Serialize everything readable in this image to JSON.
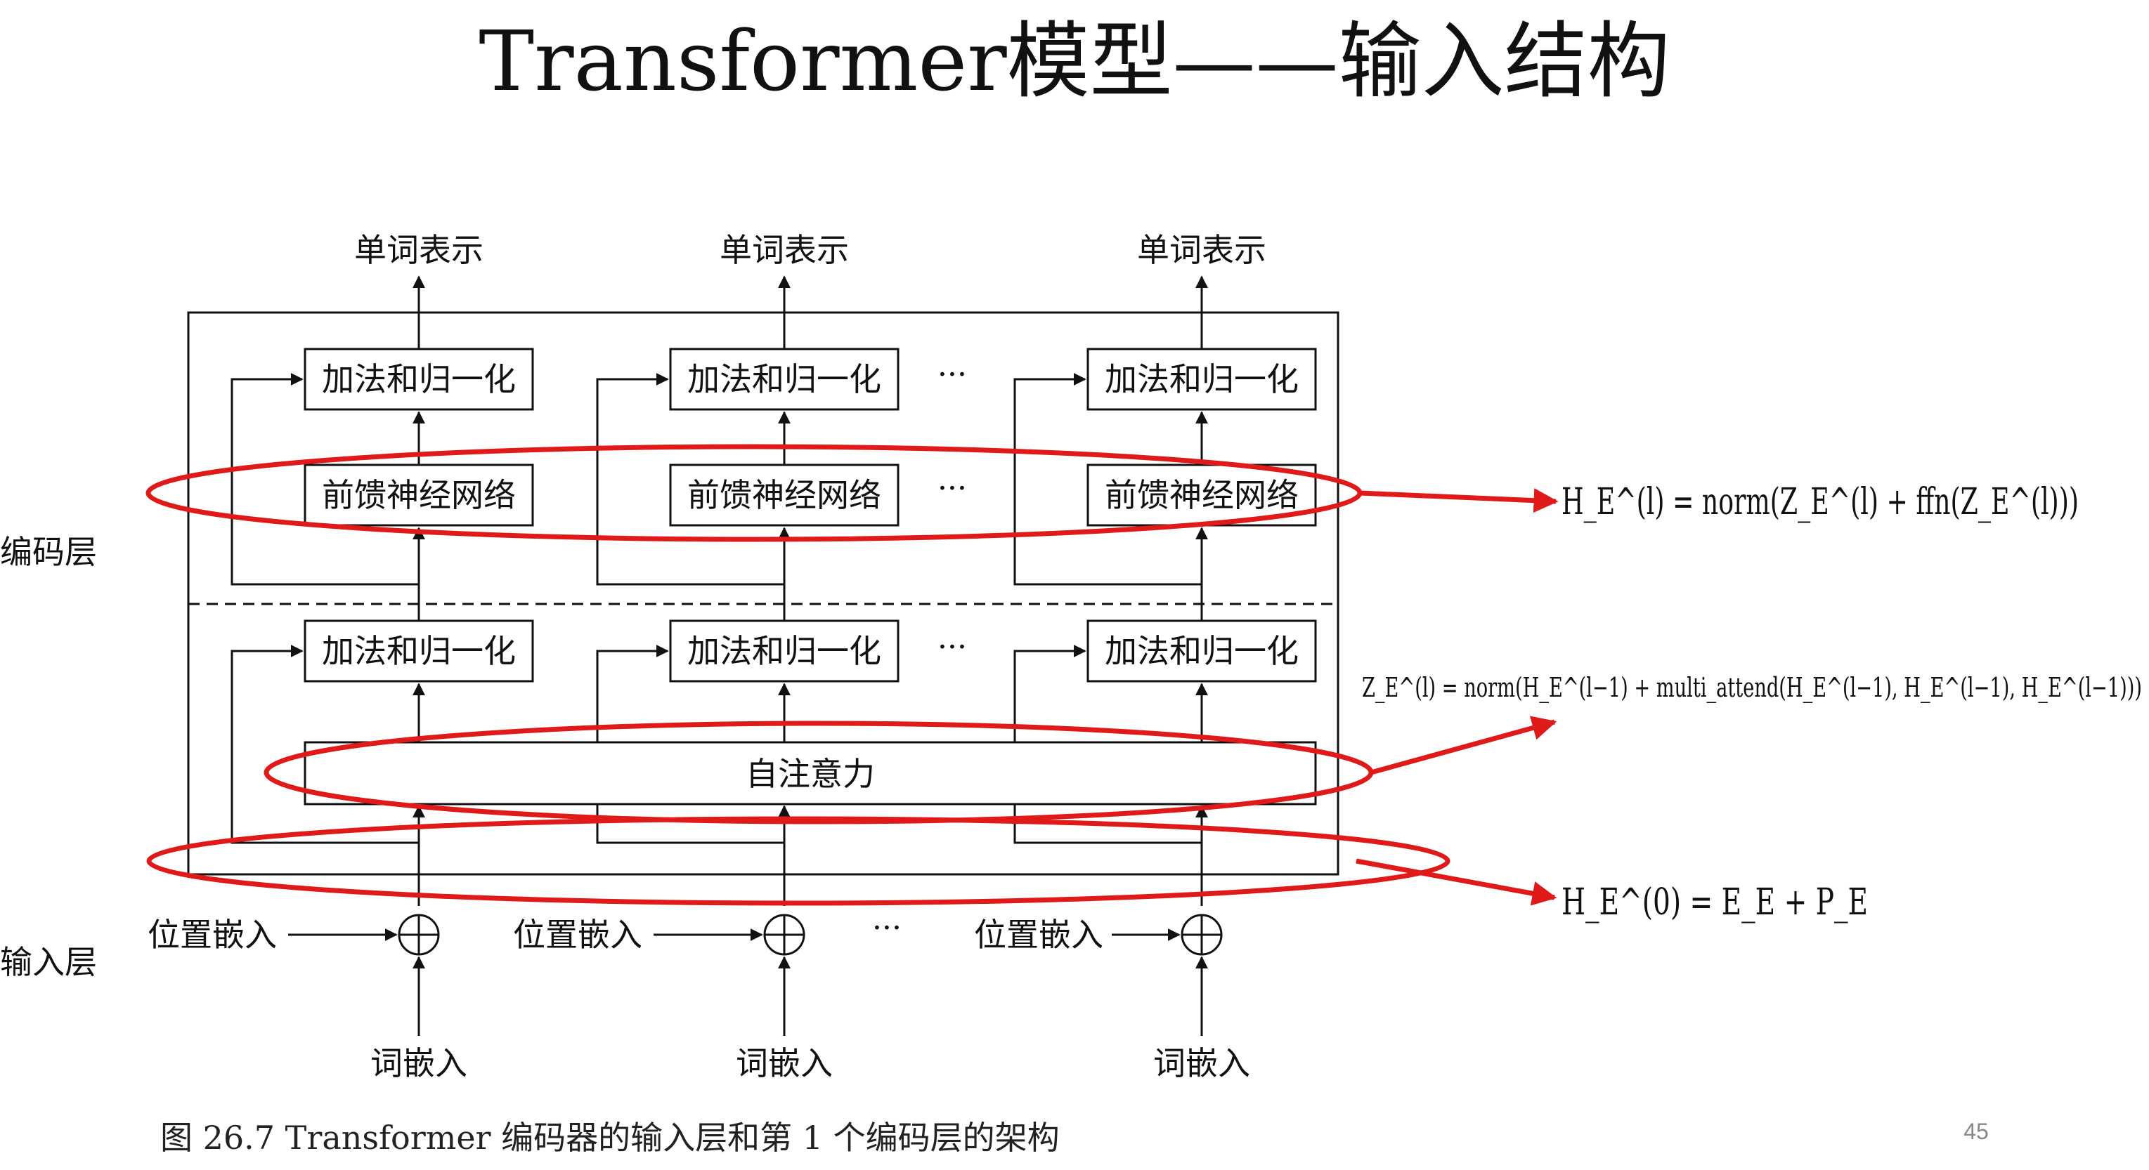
{
  "title": "Transformer模型——输入结构",
  "side_labels": {
    "encoder": "编码层",
    "input": "输入层"
  },
  "diagram": {
    "output_label": "单词表示",
    "add_norm": "加法和归一化",
    "ffn": "前馈神经网络",
    "self_attention": "自注意力",
    "pos_embed": "位置嵌入",
    "word_embed": "词嵌入",
    "ellipsis": "···"
  },
  "formulas": {
    "ffn": "H_E^(l) = norm(Z_E^(l) + ffn(Z_E^(l)))",
    "attention": "Z_E^(l) = norm(H_E^(l−1) + multi_attend(H_E^(l−1), H_E^(l−1), H_E^(l−1)))",
    "input": "H_E^(0) = E_E + P_E"
  },
  "caption": "图 26.7    Transformer 编码器的输入层和第 1 个编码层的架构",
  "page_number": "45",
  "colors": {
    "highlight": "#e01919",
    "text": "#111111"
  }
}
